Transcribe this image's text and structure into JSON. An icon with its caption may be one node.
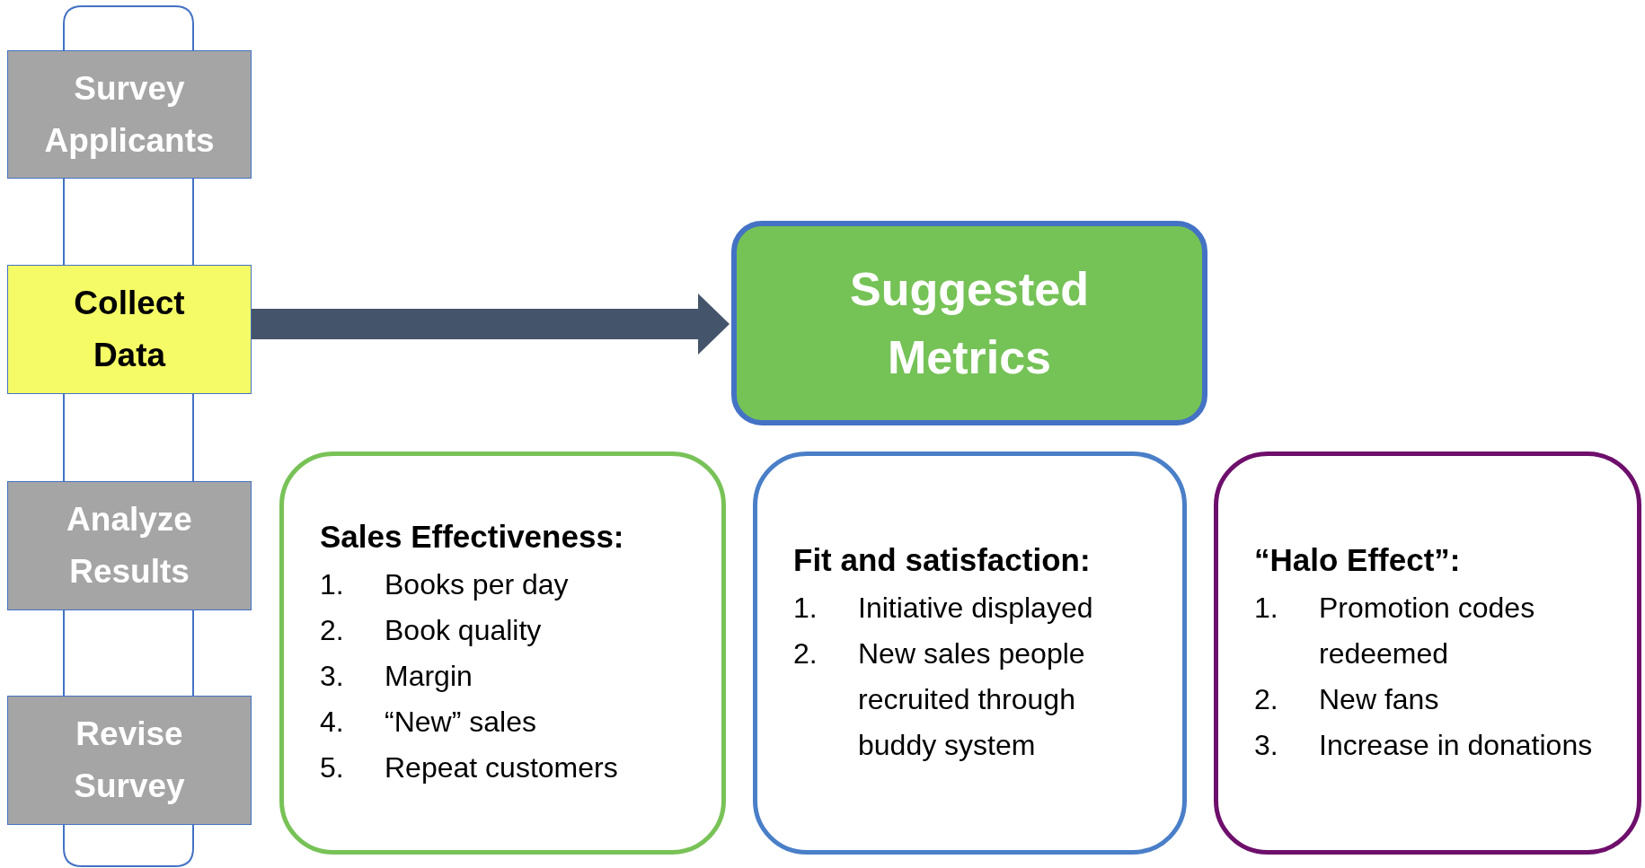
{
  "diagram": {
    "nodes": [
      {
        "text": [
          "Survey Applicants"
        ]
      },
      {
        "text": [
          "Collect Data"
        ]
      },
      {
        "text": [
          "Analyze Results"
        ]
      },
      {
        "text": [
          "Revise Survey"
        ]
      },
      {
        "text": [
          "Suggested Metrics"
        ]
      },
      {
        "text": [
          "Sales Effectiveness:",
          "1. Books per day",
          "2. Book quality",
          "3. Margin",
          "4. “New” sales",
          "5. Repeat customers"
        ]
      },
      {
        "text": [
          "Fit and satisfaction:",
          "1. Initiative displayed",
          "2. New sales people recruited through buddy system"
        ]
      },
      {
        "text": [
          "“Halo Effect”:",
          "1. Promotion codes redeemed",
          "2. New fans",
          "3. Increase in donations"
        ]
      }
    ],
    "edges": [
      {
        "from": 0,
        "to": 1,
        "arrow": "none"
      },
      {
        "from": 1,
        "to": 2,
        "arrow": "none"
      },
      {
        "from": 2,
        "to": 3,
        "arrow": "none"
      },
      {
        "from": 1,
        "to": 4,
        "arrow": "to",
        "style": "thick",
        "color": "#44546a"
      }
    ]
  }
}
